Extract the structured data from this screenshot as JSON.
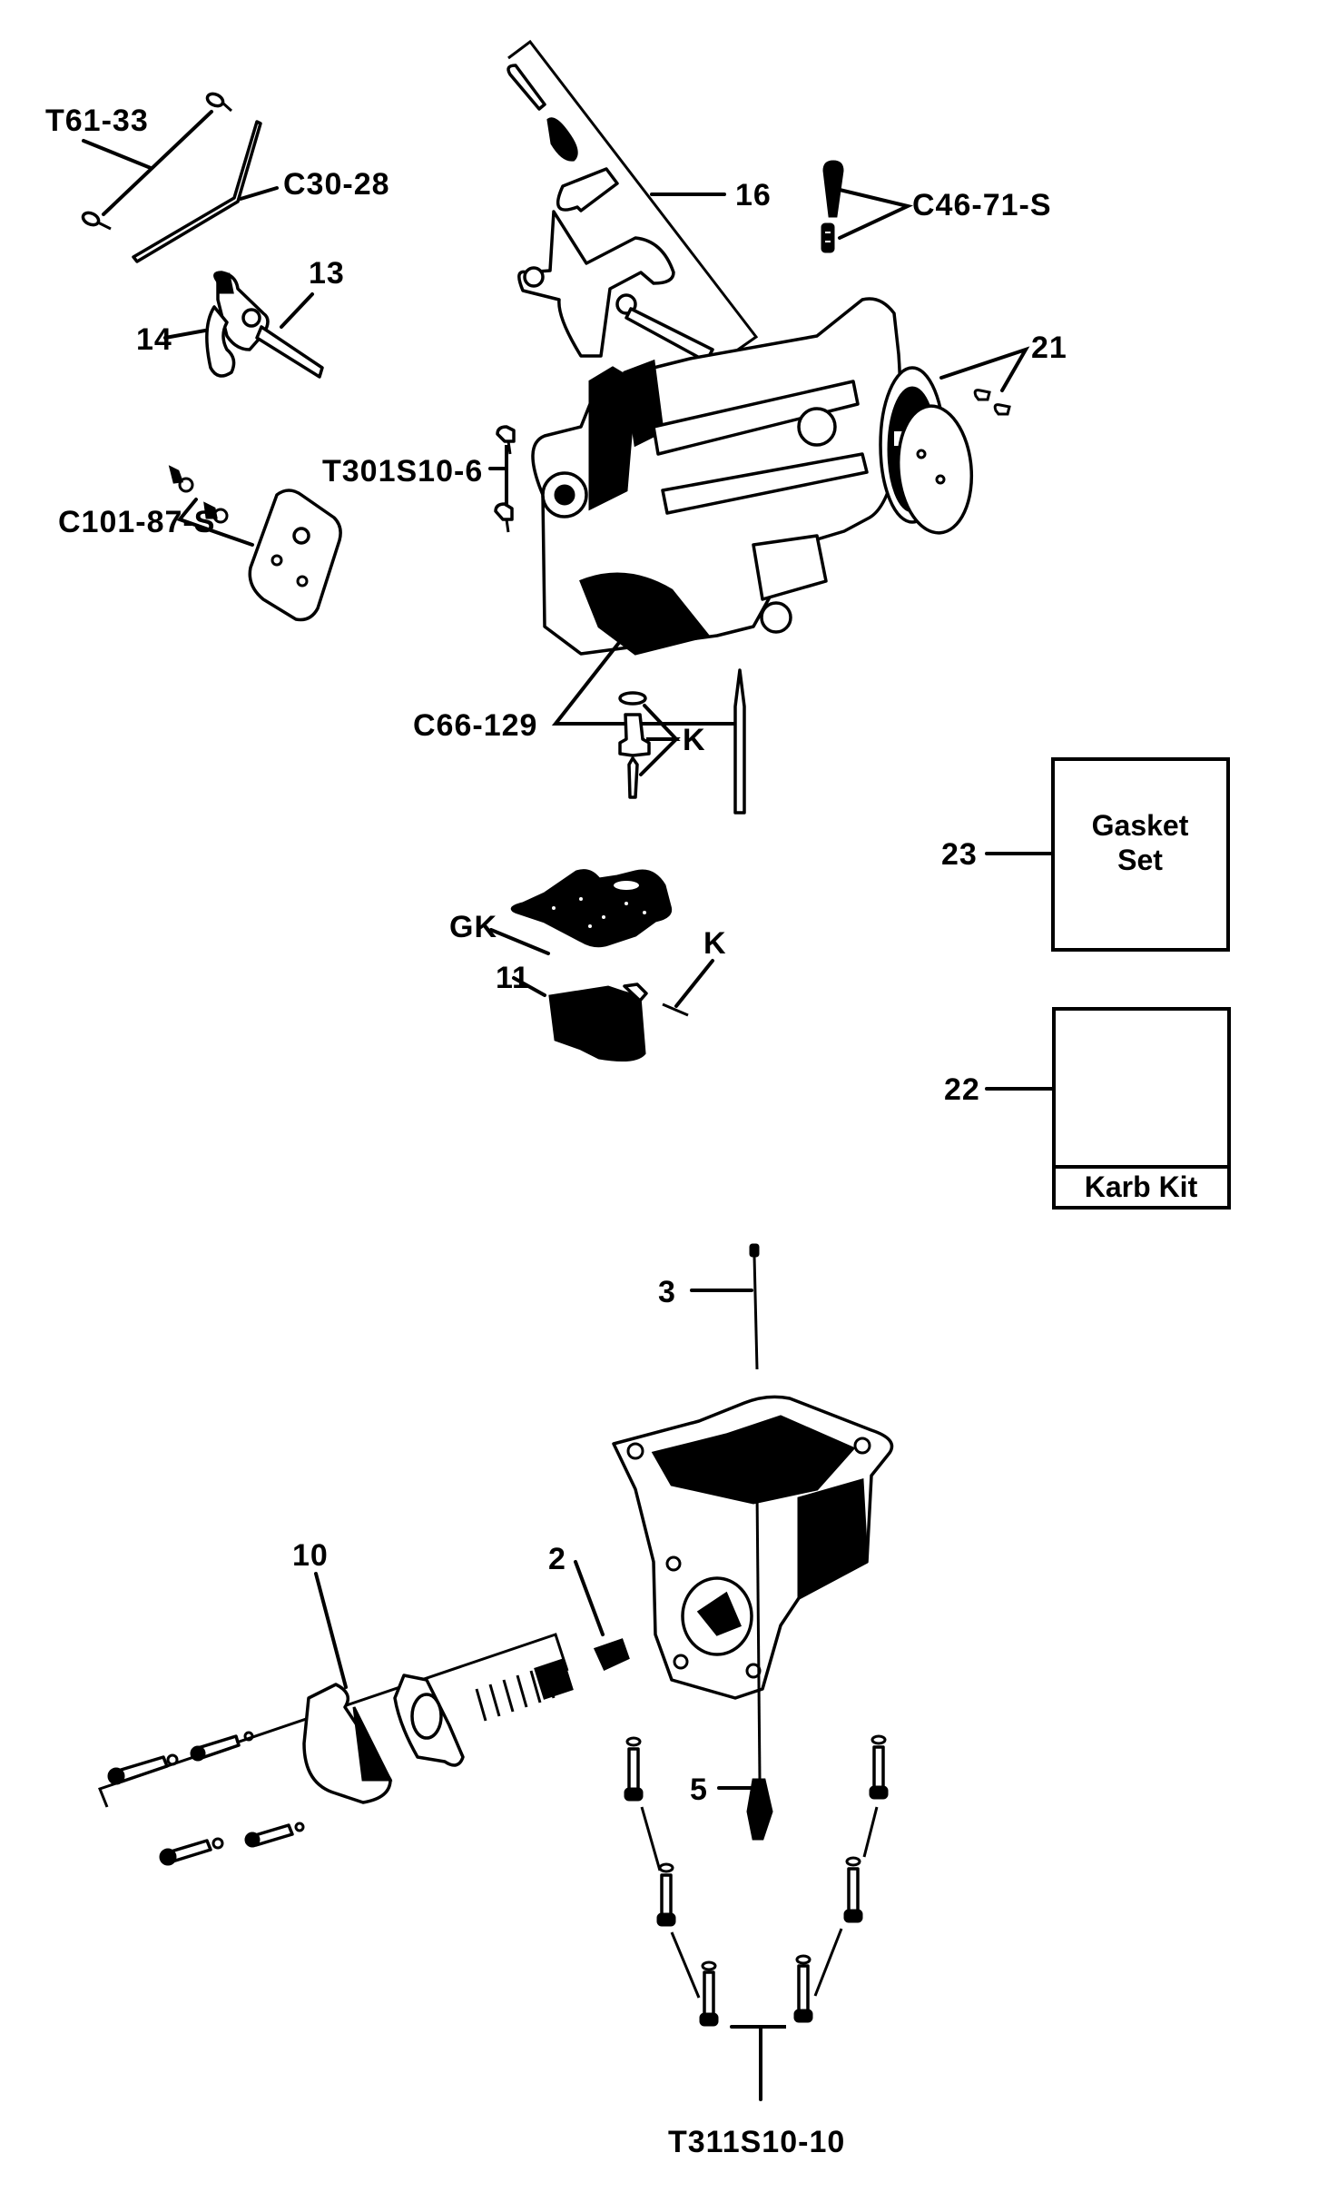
{
  "diagram": {
    "type": "exploded-parts-view",
    "subject": "carburetor",
    "callouts": [
      {
        "id": "t61-33",
        "label": "T61-33"
      },
      {
        "id": "c30-28",
        "label": "C30-28"
      },
      {
        "id": "16",
        "label": "16"
      },
      {
        "id": "c46-71-s",
        "label": "C46-71-S"
      },
      {
        "id": "13",
        "label": "13"
      },
      {
        "id": "14",
        "label": "14"
      },
      {
        "id": "21",
        "label": "21"
      },
      {
        "id": "t301s10-6",
        "label": "T301S10-6"
      },
      {
        "id": "c101-87-s",
        "label": "C101-87-S"
      },
      {
        "id": "c66-129",
        "label": "C66-129"
      },
      {
        "id": "k-1",
        "label": "K"
      },
      {
        "id": "23",
        "label": "23"
      },
      {
        "id": "gk",
        "label": "GK"
      },
      {
        "id": "11",
        "label": "11"
      },
      {
        "id": "k-2",
        "label": "K"
      },
      {
        "id": "22",
        "label": "22"
      },
      {
        "id": "3",
        "label": "3"
      },
      {
        "id": "10",
        "label": "10"
      },
      {
        "id": "2",
        "label": "2"
      },
      {
        "id": "5",
        "label": "5"
      },
      {
        "id": "t311s10-10",
        "label": "T311S10-10"
      }
    ],
    "boxes": {
      "gasket_set": {
        "line1": "Gasket",
        "line2": "Set"
      },
      "karb_kit": {
        "label": "Karb Kit"
      }
    }
  }
}
